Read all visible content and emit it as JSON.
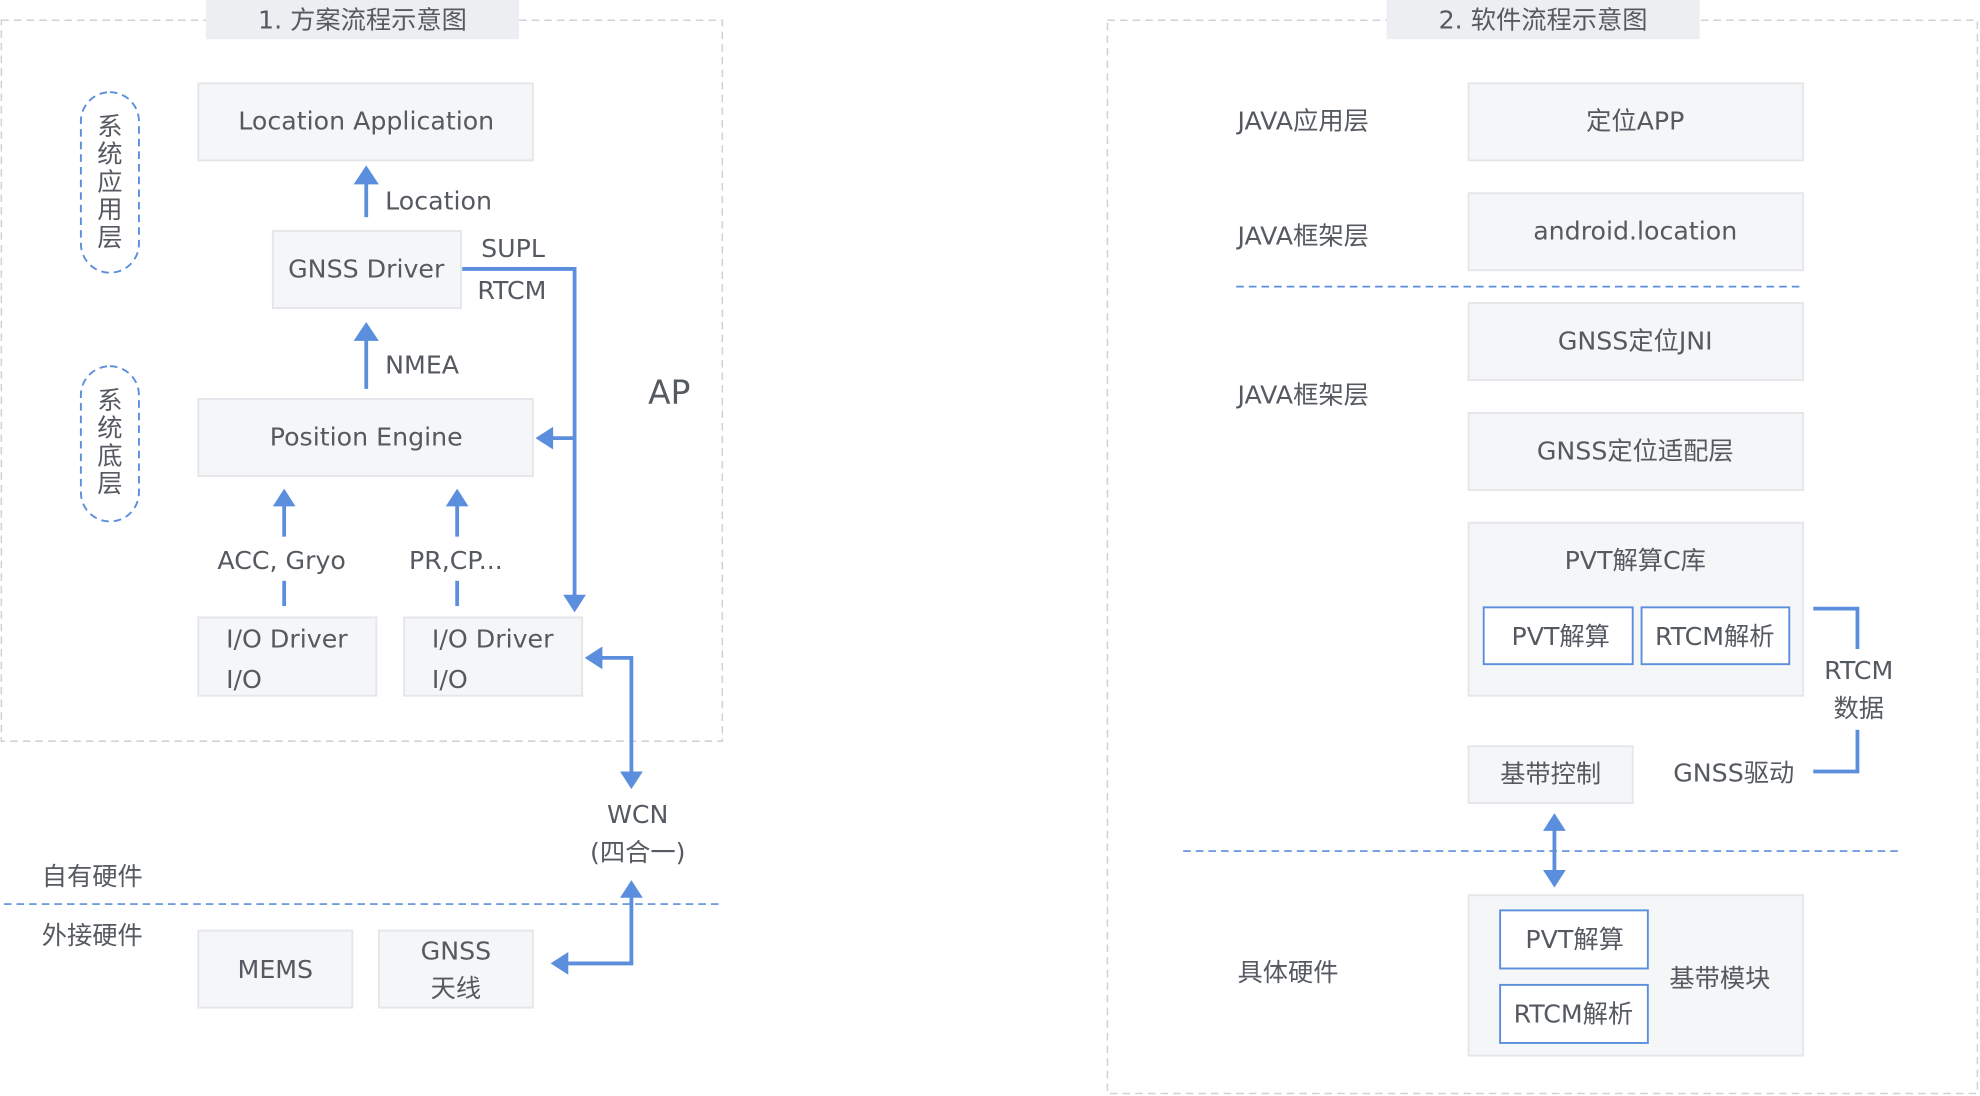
{
  "colors": {
    "accent": "#5b8fde",
    "box": "#f5f6f8",
    "text": "#555a60"
  },
  "left": {
    "title": "1. 方案流程示意图",
    "layer_app": [
      "系",
      "统",
      "应",
      "用",
      "层"
    ],
    "layer_base": [
      "系",
      "统",
      "底",
      "层"
    ],
    "location_application": "Location Application",
    "location_label": "Location",
    "gnss_driver": "GNSS Driver",
    "supl": "SUPL",
    "rtcm": "RTCM",
    "nmea": "NMEA",
    "position_engine": "Position Engine",
    "ap": "AP",
    "acc_gryo": "ACC, Gryo",
    "pr_cp": "PR,CP...",
    "io_driver": "I/O Driver",
    "io": "I/O",
    "wcn": "WCN",
    "wcn_sub": "(四合一)",
    "own_hw": "自有硬件",
    "ext_hw": "外接硬件",
    "mems": "MEMS",
    "gnss_antenna_1": "GNSS",
    "gnss_antenna_2": "天线"
  },
  "right": {
    "title": "2. 软件流程示意图",
    "java_app_layer": "JAVA应用层",
    "java_fw_layer_1": "JAVA框架层",
    "java_fw_layer_2": "JAVA框架层",
    "hardware": "具体硬件",
    "locate_app": "定位APP",
    "android_location": "android.location",
    "gnss_jni": "GNSS定位JNI",
    "gnss_adapter": "GNSS定位适配层",
    "pvt_lib": "PVT解算C库",
    "pvt_solve": "PVT解算",
    "rtcm_parse": "RTCM解析",
    "rtcm_data_1": "RTCM",
    "rtcm_data_2": "数据",
    "gnss_drive": "GNSS驱动",
    "baseband_ctrl": "基带控制",
    "baseband_module": "基带模块"
  }
}
